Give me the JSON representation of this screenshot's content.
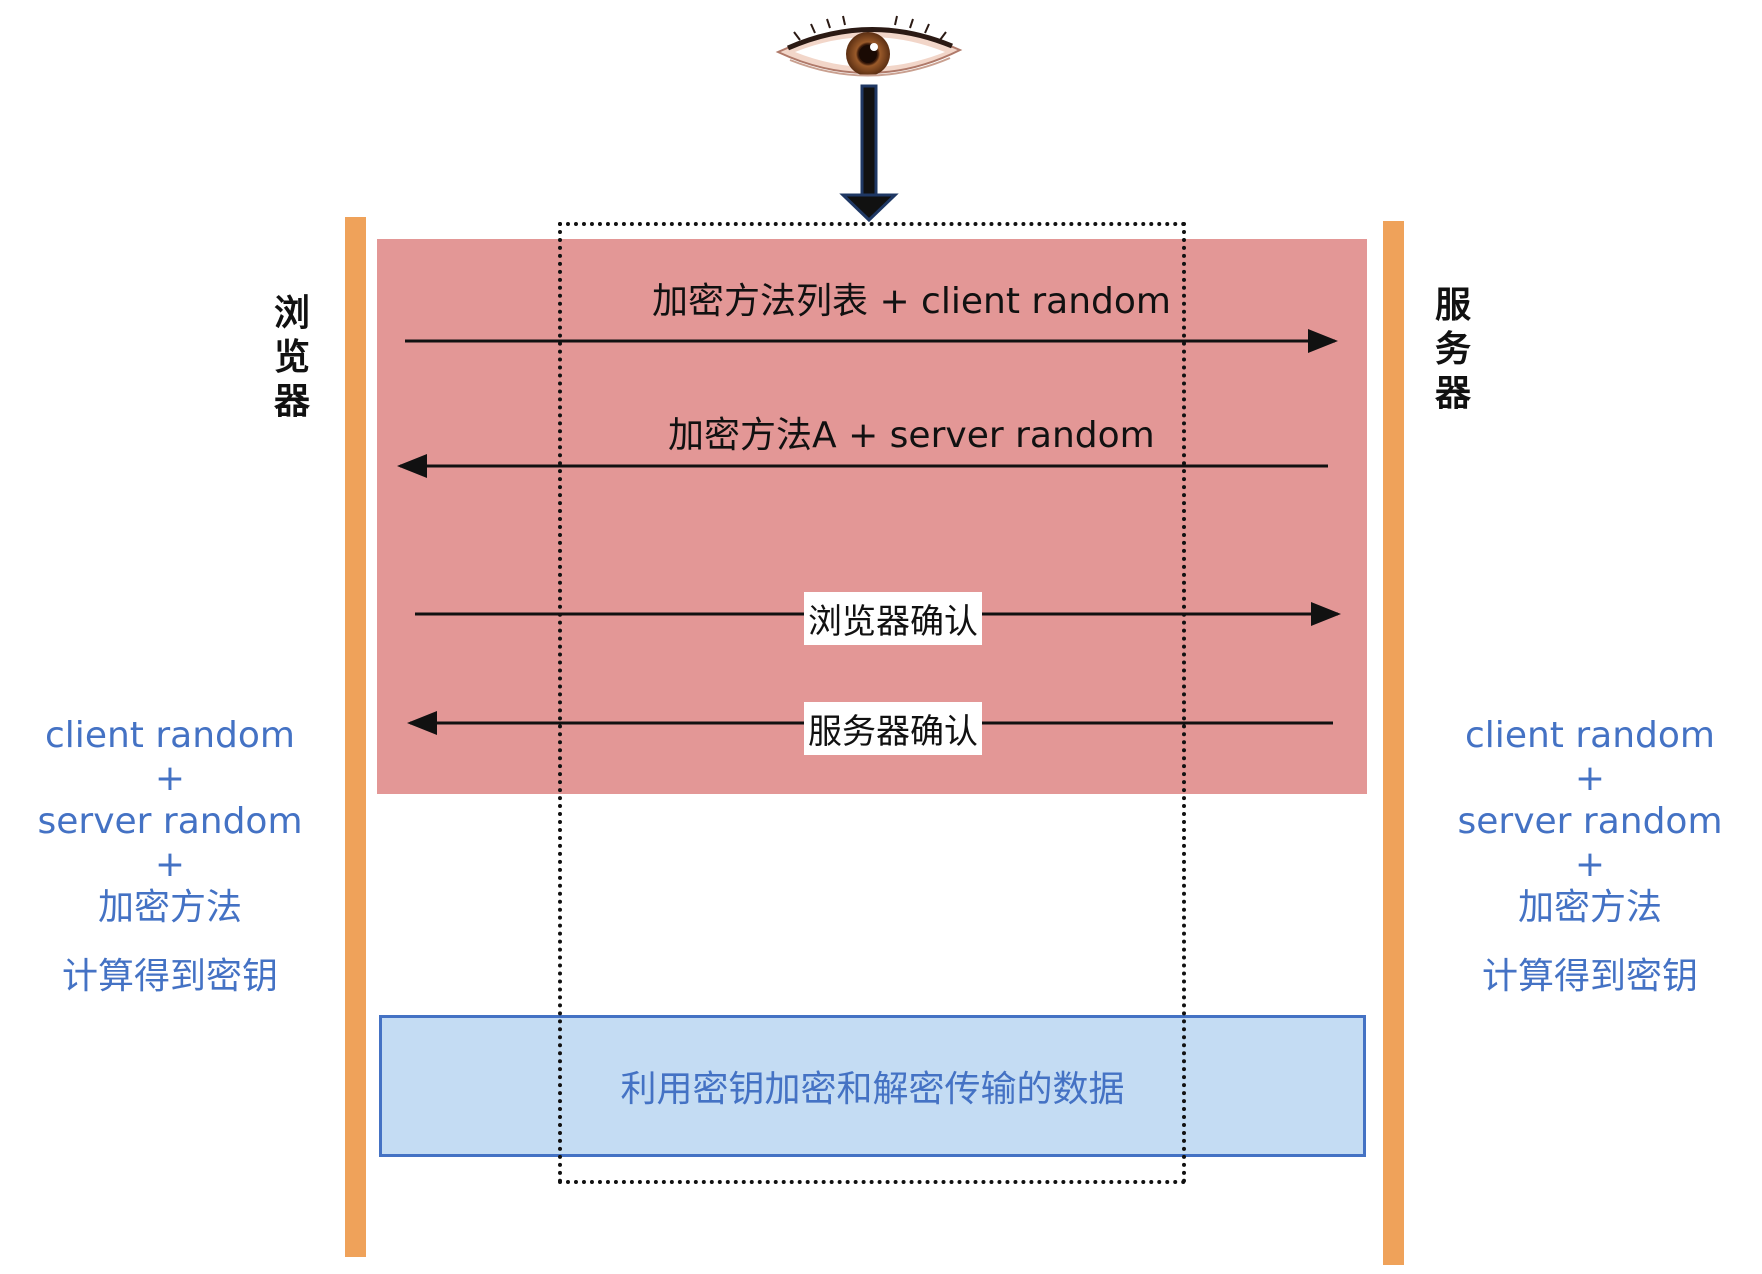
{
  "browser_label": [
    "浏",
    "览",
    "器"
  ],
  "server_label": [
    "服",
    "务",
    "器"
  ],
  "messages": {
    "m1": "加密方法列表 + client random",
    "m2": "加密方法A + server random",
    "m3": "浏览器确认",
    "m4": "服务器确认"
  },
  "left_calc": {
    "l1": "client random",
    "p1": "+",
    "l2": "server random",
    "p2": "+",
    "l3": "加密方法",
    "l4": "计算得到密钥"
  },
  "right_calc": {
    "l1": "client random",
    "p1": "+",
    "l2": "server random",
    "p2": "+",
    "l3": "加密方法",
    "l4": "计算得到密钥"
  },
  "data_box_text": "利用密钥加密和解密传输的数据",
  "colors": {
    "lifeline": "#EFA25A",
    "handshake_fill": "#E39796",
    "data_fill": "#C4DCF3",
    "accent_blue": "#4472C4",
    "observer_arrow": "#1F3864"
  },
  "icons": [
    "eye-icon",
    "down-arrow-icon"
  ]
}
